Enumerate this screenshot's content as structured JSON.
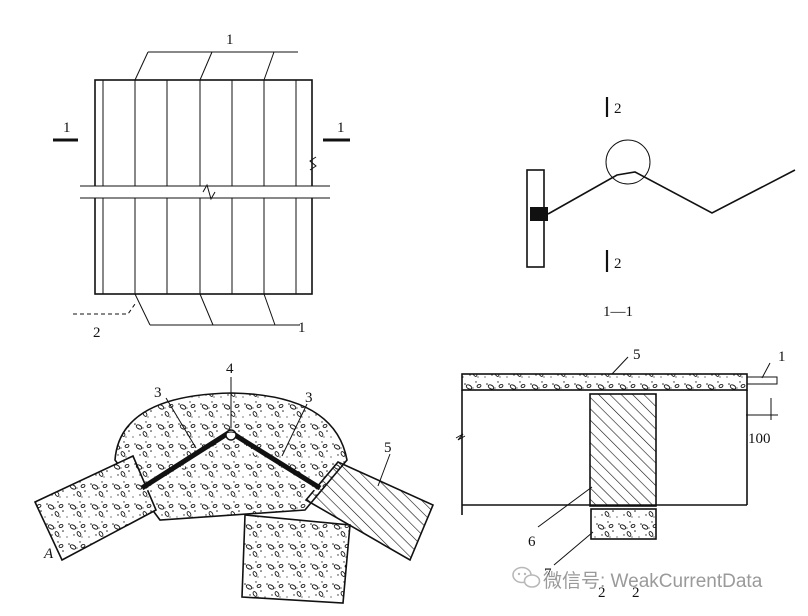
{
  "plan_view": {
    "label_top": "1",
    "label_bottom": "1",
    "section_left": "1",
    "section_right": "1",
    "label_2": "2"
  },
  "section_1_1": {
    "title": "1—1",
    "label_top": "2",
    "label_bottom": "2"
  },
  "detail_left": {
    "label_4": "4",
    "label_3_left": "3",
    "label_3_right": "3",
    "label_5": "5",
    "label_a": "A"
  },
  "section_2_2": {
    "label_5": "5",
    "label_1": "1",
    "dimension": "100",
    "label_6": "6",
    "label_7": "7",
    "label_2_left": "2",
    "label_2_right": "2"
  },
  "watermark": {
    "text": "微信号: WeakCurrentData",
    "icon": "wechat-icon"
  }
}
